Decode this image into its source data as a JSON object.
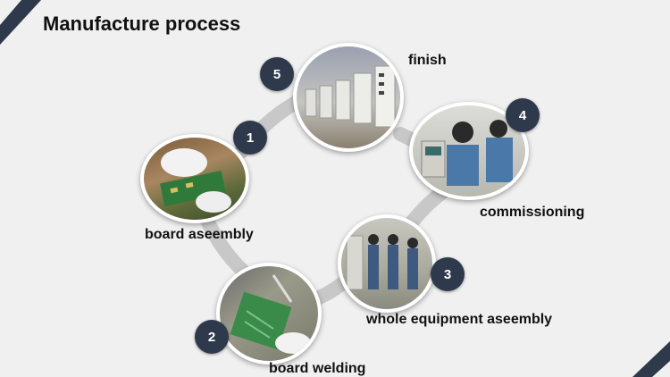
{
  "title": "Manufacture process",
  "colors": {
    "background": "#f0f0f0",
    "badge": "#2e3a4c",
    "connector": "#c8c8c8",
    "corner": "#2e3a4c"
  },
  "steps": [
    {
      "number": "1",
      "label": "board aseembly",
      "icon": "hands-circuit-board-photo"
    },
    {
      "number": "2",
      "label": "board welding",
      "icon": "soldering-board-photo"
    },
    {
      "number": "3",
      "label": "whole equipment aseembly",
      "icon": "workers-assembly-line-photo"
    },
    {
      "number": "4",
      "label": "commissioning",
      "icon": "engineers-testing-photo"
    },
    {
      "number": "5",
      "label": "finish",
      "icon": "finished-cabinets-photo"
    }
  ]
}
